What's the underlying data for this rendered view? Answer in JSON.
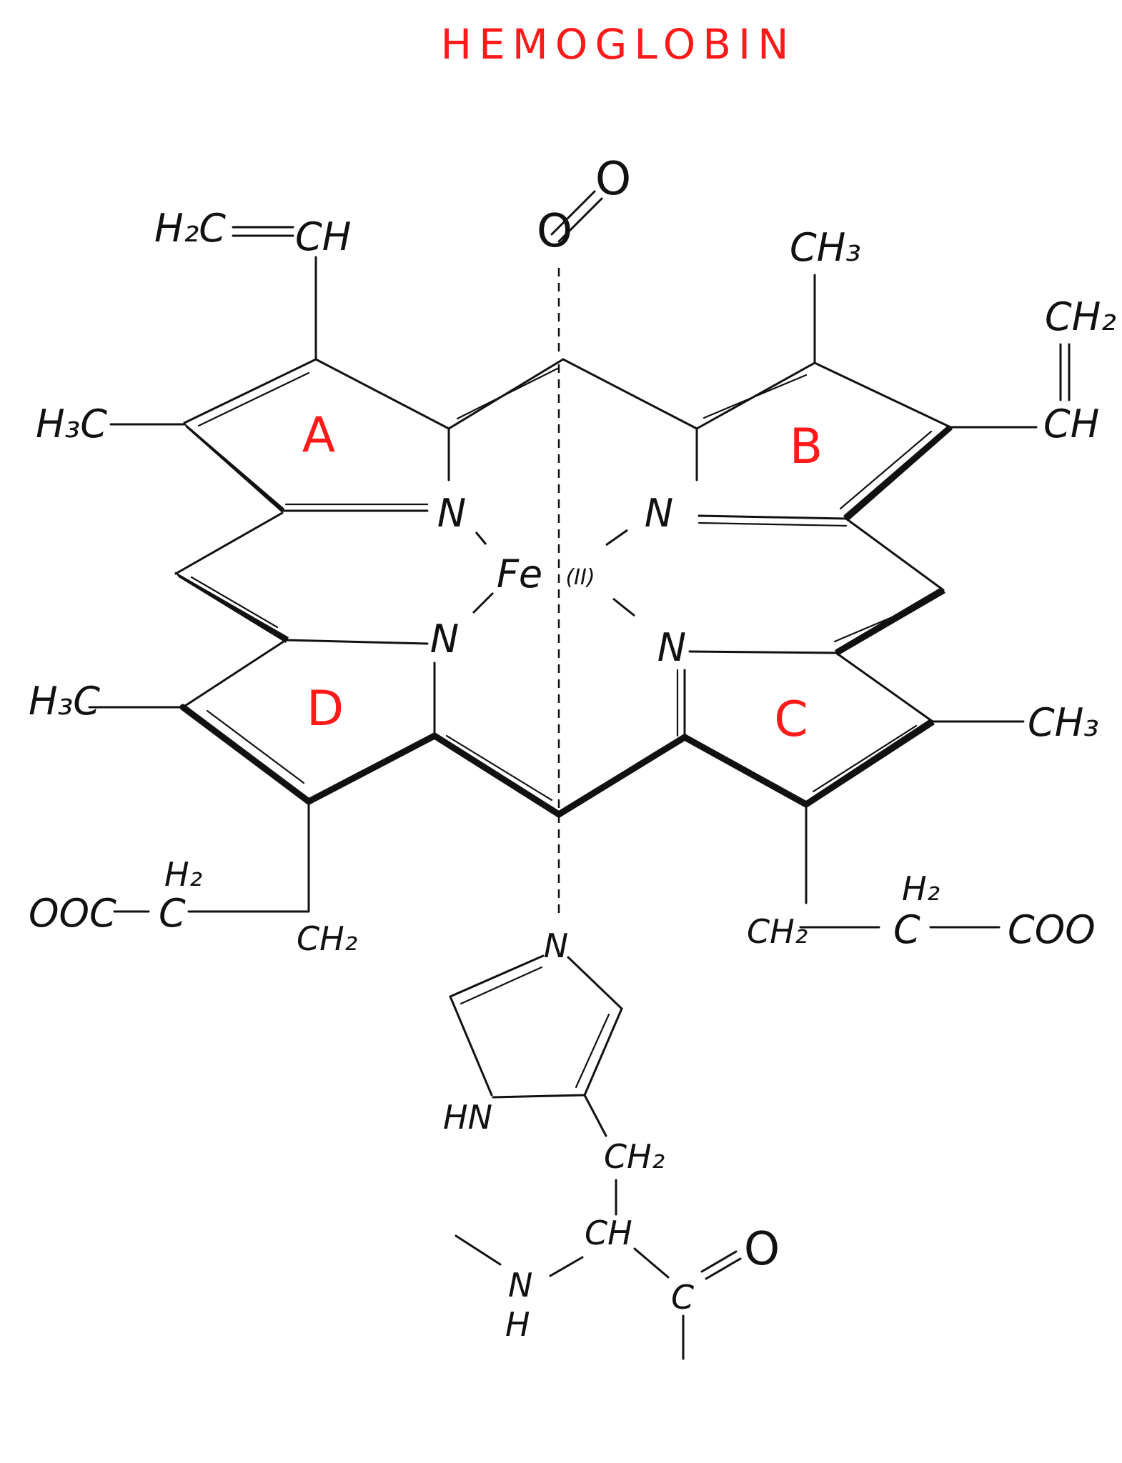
{
  "title": "HEMOGLOBIN",
  "rings": {
    "a": "A",
    "b": "B",
    "c": "C",
    "d": "D"
  },
  "metal": {
    "symbol": "Fe",
    "oxidation_state": "(II)"
  },
  "oxygen": {
    "bound": "O",
    "terminal": "O"
  },
  "nitrogens": {
    "ring_a": "N",
    "ring_b": "N",
    "ring_c": "N",
    "ring_d": "N"
  },
  "substituents": {
    "vinyl_a_left": "H₂C",
    "vinyl_a_right": "CH",
    "methyl_a": "H₃C",
    "methyl_b": "CH₃",
    "vinyl_b_top": "CH₂",
    "vinyl_b_bottom": "CH",
    "methyl_d": "H₃C",
    "methyl_c": "CH₃",
    "propionate_d_ch2": "CH₂",
    "propionate_d_h2": "H₂",
    "propionate_d_c": "C",
    "propionate_d_coo": "OOC",
    "propionate_c_ch2": "CH₂",
    "propionate_c_h2": "H₂",
    "propionate_c_c": "C",
    "propionate_c_coo": "COO"
  },
  "histidine": {
    "ring_n": "N",
    "ring_nh": "HN",
    "ch2": "CH₂",
    "ch": "CH",
    "n": "N",
    "h": "H",
    "c": "C",
    "o": "O"
  }
}
